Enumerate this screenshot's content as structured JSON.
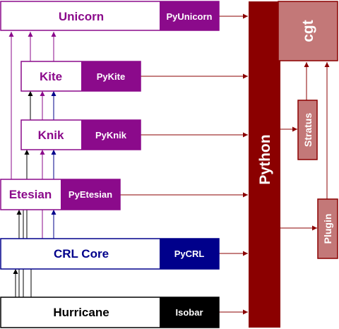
{
  "colors": {
    "purple": "#8b0a8b",
    "blue": "#00008b",
    "black": "#000000",
    "darkred": "#8b0000",
    "rose": "#c37878",
    "white": "#ffffff"
  },
  "blocks": {
    "unicorn": {
      "name": "Unicorn",
      "binding": "PyUnicorn"
    },
    "kite": {
      "name": "Kite",
      "binding": "PyKite"
    },
    "knik": {
      "name": "Knik",
      "binding": "PyKnik"
    },
    "etesian": {
      "name": "Etesian",
      "binding": "PyEtesian"
    },
    "crl": {
      "name": "CRL Core",
      "binding": "PyCRL"
    },
    "hurricane": {
      "name": "Hurricane",
      "binding": "Isobar"
    }
  },
  "python": {
    "label": "Python"
  },
  "cgt": {
    "label": "cgt"
  },
  "stratus": {
    "label": "Stratus"
  },
  "plugin": {
    "label": "Plugin"
  }
}
